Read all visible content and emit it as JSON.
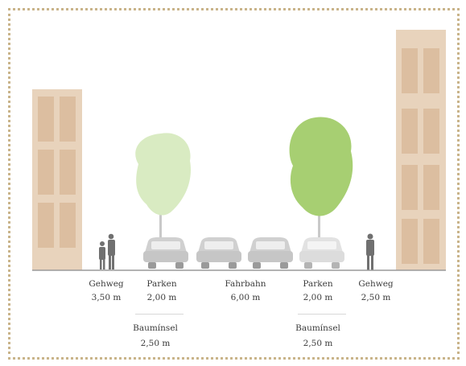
{
  "cross_section": {
    "segments": [
      {
        "id": "gehweg-left",
        "name": "Gehweg",
        "width": "3,50 m"
      },
      {
        "id": "parken-left",
        "name": "Parken",
        "width": "2,00 m"
      },
      {
        "id": "fahrbahn",
        "name": "Fahrbahn",
        "width": "6,00 m"
      },
      {
        "id": "parken-right",
        "name": "Parken",
        "width": "2,00 m"
      },
      {
        "id": "gehweg-right",
        "name": "Gehweg",
        "width": "2,50 m"
      }
    ],
    "tree_strips": [
      {
        "name": "Baumínsel",
        "width": "2,50 m"
      },
      {
        "name": "Baumínsel",
        "width": "2,50 m"
      }
    ]
  },
  "colors": {
    "building": "#e6cfb6",
    "building_window": "#d9b99a",
    "tree_light": "#d9ebc2",
    "tree_dark": "#a7cf72",
    "car": "#c9c9c9",
    "person": "#6f6f6f",
    "ground": "#9c9c9c",
    "border": "#c9b48a"
  }
}
